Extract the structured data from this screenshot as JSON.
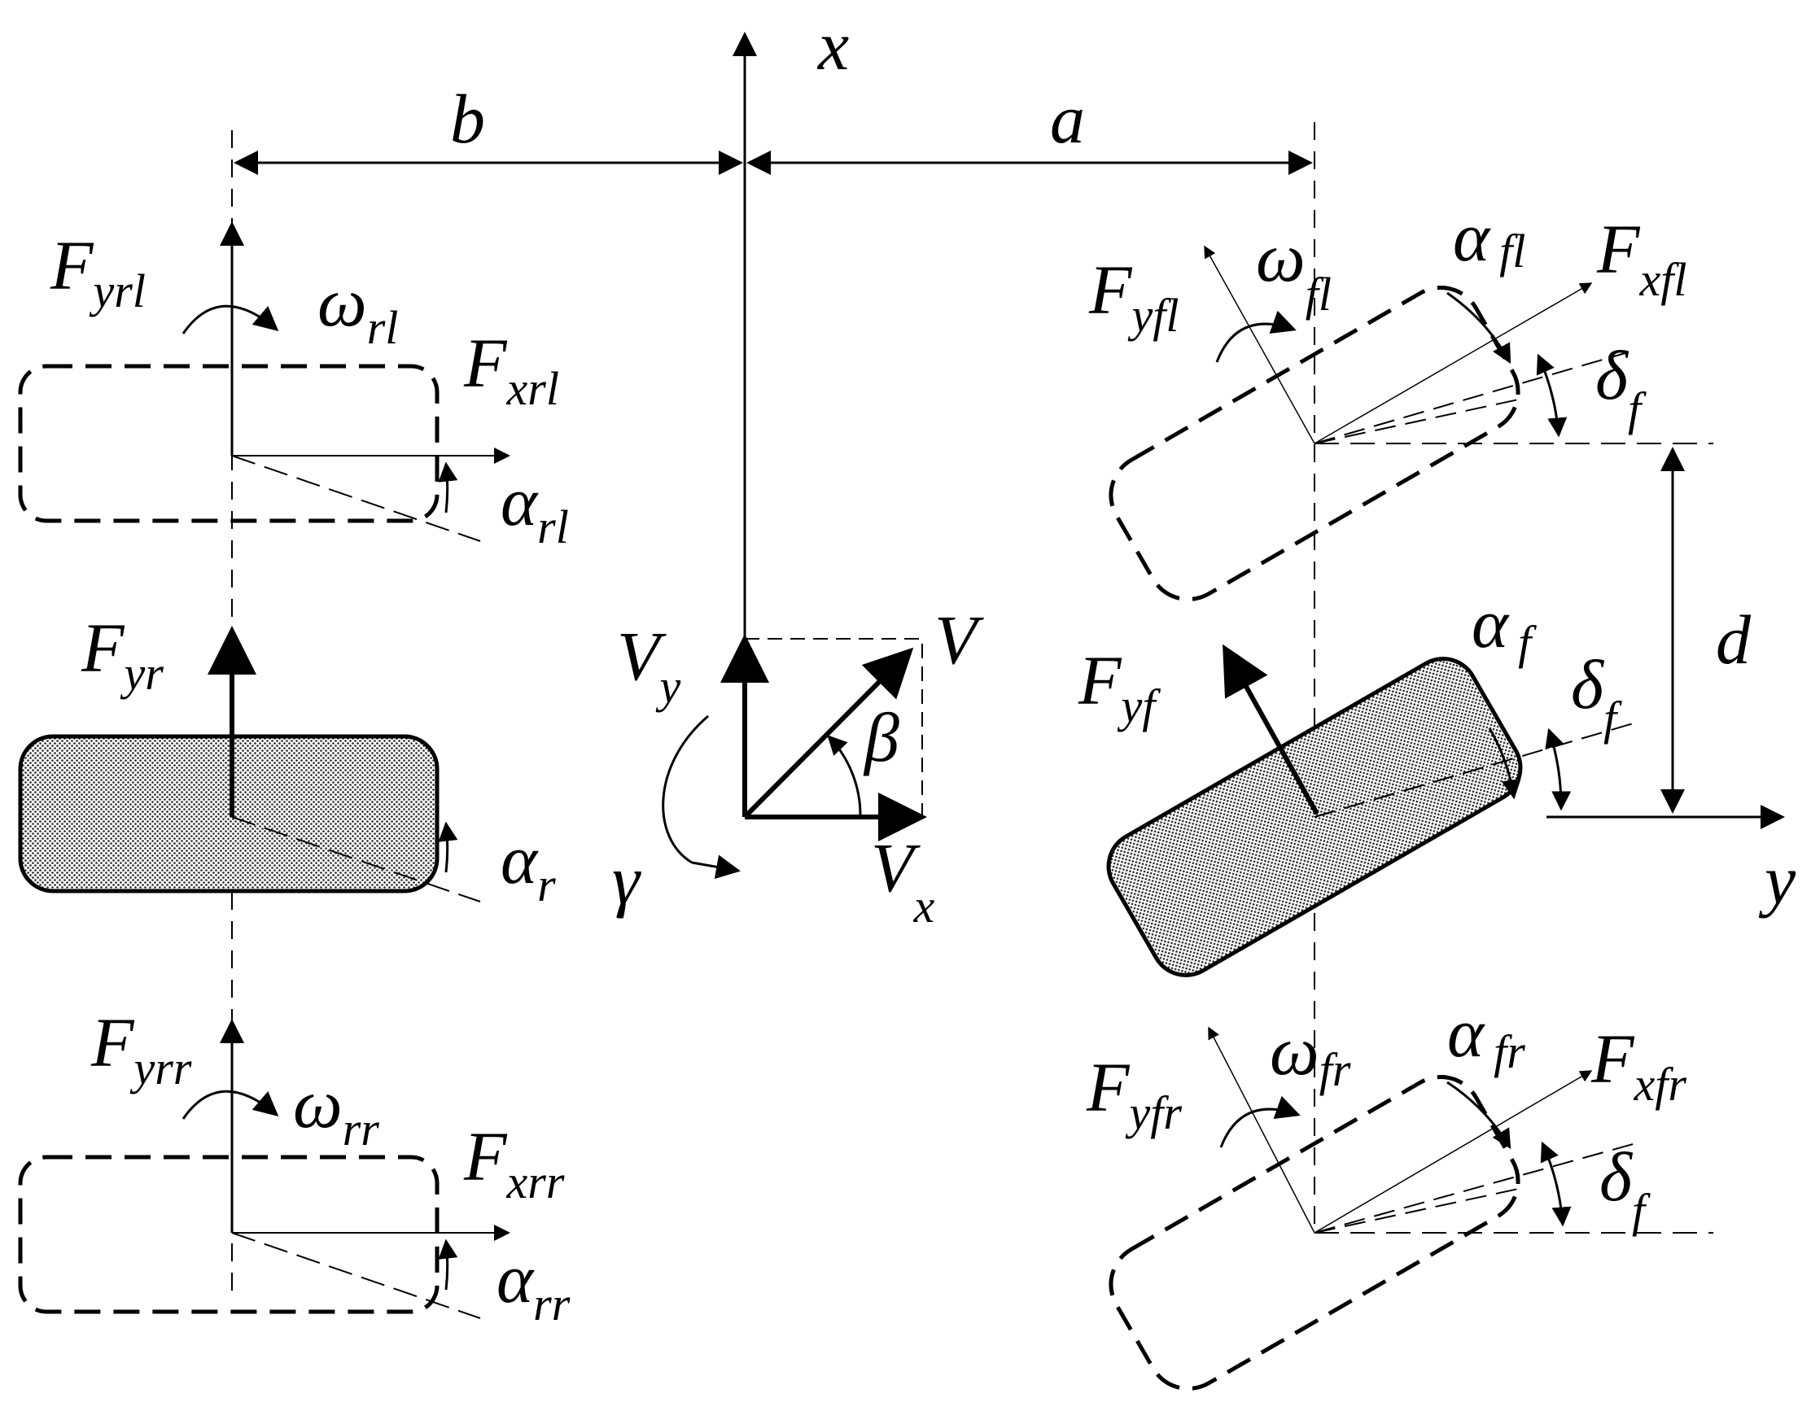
{
  "axes": {
    "x": "x",
    "y": "y"
  },
  "dims": {
    "b": "b",
    "a": "a",
    "d": "d"
  },
  "center": {
    "V": "V",
    "Vy_main": "V",
    "Vy_sub": "y",
    "Vx_main": "V",
    "Vx_sub": "x",
    "beta": "β",
    "gamma": "γ"
  },
  "rear_left": {
    "Fy_main": "F",
    "Fy_sub": "yrl",
    "w_main": "ω",
    "w_sub": "rl",
    "Fx_main": "F",
    "Fx_sub": "xrl",
    "a_main": "α",
    "a_sub": "rl"
  },
  "rear": {
    "Fy_main": "F",
    "Fy_sub": "yr",
    "a_main": "α",
    "a_sub": "r"
  },
  "rear_right": {
    "Fy_main": "F",
    "Fy_sub": "yrr",
    "w_main": "ω",
    "w_sub": "rr",
    "Fx_main": "F",
    "Fx_sub": "xrr",
    "a_main": "α",
    "a_sub": "rr"
  },
  "front_left": {
    "Fy_main": "F",
    "Fy_sub": "yfl",
    "w_main": "ω",
    "w_sub": "fl",
    "Fx_main": "F",
    "Fx_sub": "xfl",
    "a_main": "α",
    "a_sub": "fl",
    "d_main": "δ",
    "d_sub": "f"
  },
  "front": {
    "Fy_main": "F",
    "Fy_sub": "yf",
    "a_main": "α",
    "a_sub": "f",
    "d_main": "δ",
    "d_sub": "f"
  },
  "front_right": {
    "Fy_main": "F",
    "Fy_sub": "yfr",
    "w_main": "ω",
    "w_sub": "fr",
    "Fx_main": "F",
    "Fx_sub": "xfr",
    "a_main": "α",
    "a_sub": "fr",
    "d_main": "δ",
    "d_sub": "f"
  }
}
